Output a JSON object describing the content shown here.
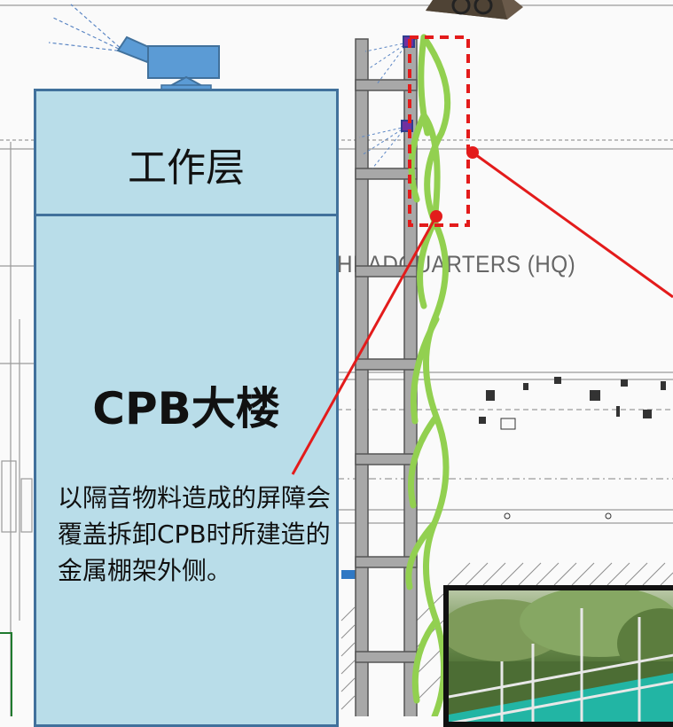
{
  "diagram": {
    "work_layer_label": "工作层",
    "building_label": "CPB大楼",
    "description": "以隔音物料造成的屏障会覆盖拆卸CPB时所建造的金属棚架外侧。",
    "background_drawing_text": "HEADQUARTERS (HQ)",
    "colors": {
      "tower_fill": "#b9dde9",
      "tower_border": "#41719c",
      "noise_barrier": "#92d050",
      "callout_line": "#e31b1b",
      "scaffold": "#7a7a7a"
    }
  }
}
